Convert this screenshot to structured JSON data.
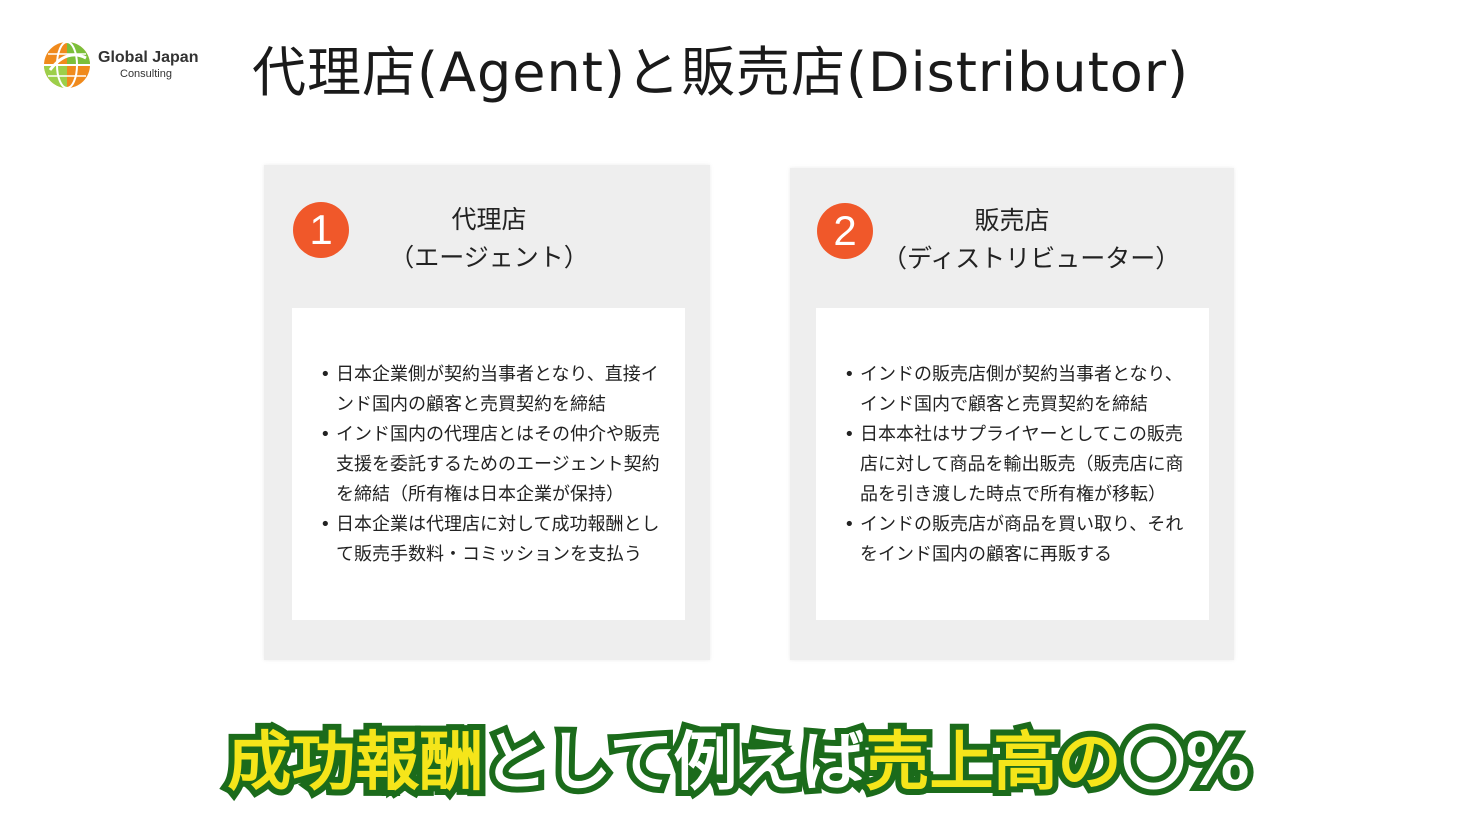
{
  "logo": {
    "name": "Global Japan",
    "sub": "Consulting",
    "colors": {
      "orange": "#f08a1c",
      "green": "#7bbf3a",
      "white": "#ffffff"
    }
  },
  "title": "代理店(Agent)と販売店(Distributor)",
  "cards": [
    {
      "number": "1",
      "title_line1": "代理店",
      "title_line2": "（エージェント）",
      "bullets": [
        "日本企業側が契約当事者となり、直接インド国内の顧客と売買契約を締結",
        "インド国内の代理店とはその仲介や販売支援を委託するためのエージェント契約を締結（所有権は日本企業が保持）",
        "日本企業は代理店に対して成功報酬として販売手数料・コミッションを支払う"
      ]
    },
    {
      "number": "2",
      "title_line1": "販売店",
      "title_line2": "（ディストリビューター）",
      "bullets": [
        "インドの販売店側が契約当事者となり、インド国内で顧客と売買契約を締結",
        "日本本社はサプライヤーとしてこの販売店に対して商品を輸出販売（販売店に商品を引き渡した時点で所有権が移転）",
        "インドの販売店が商品を買い取り、それをインド国内の顧客に再販する"
      ]
    }
  ],
  "caption": {
    "seg1": "成功報酬",
    "seg2": "として例えば",
    "seg3": "売上高の",
    "seg4": "〇%"
  },
  "colors": {
    "accent": "#f0582a",
    "card_bg": "#eeeeee",
    "caption_yellow": "#f5e51a",
    "caption_white": "#ffffff",
    "caption_outline": "#1b6b1b"
  }
}
